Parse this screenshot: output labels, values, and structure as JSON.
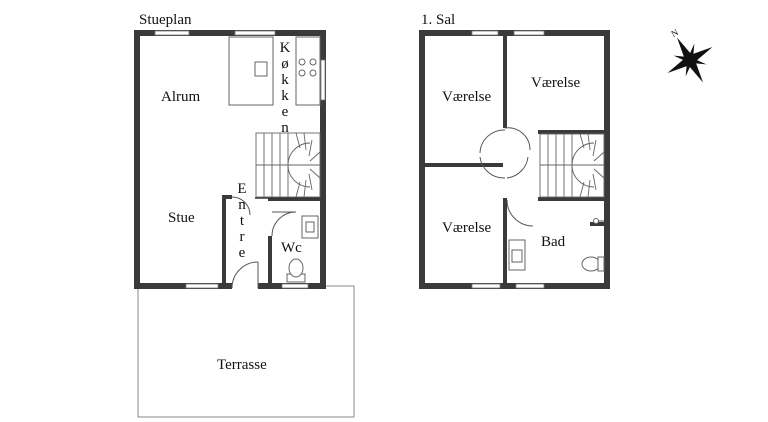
{
  "ground_floor": {
    "title": "Stueplan",
    "rooms": {
      "living": "Alrum",
      "stue": "Stue",
      "wc": "Wc",
      "terrace": "Terrasse"
    },
    "kitchen_label": "Køkken",
    "entry_label": "Entre"
  },
  "first_floor": {
    "title": "1. Sal",
    "rooms": {
      "room_top_left": "Værelse",
      "room_top_right": "Værelse",
      "room_bottom_left": "Værelse",
      "bath": "Bad"
    }
  },
  "compass": {
    "icon": "compass-rose-icon",
    "label": "N"
  }
}
